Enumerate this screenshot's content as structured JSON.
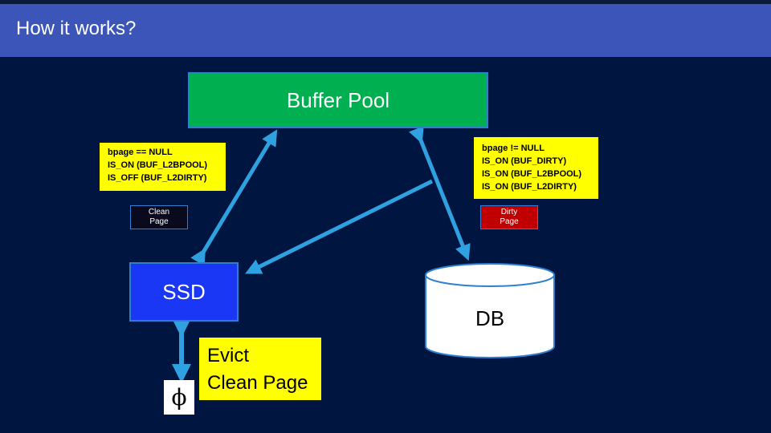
{
  "header": {
    "title": "How it works?"
  },
  "diagram": {
    "buffer_pool": "Buffer Pool",
    "ssd": "SSD",
    "db": "DB",
    "note_left": [
      "bpage == NULL",
      "IS_ON (BUF_L2BPOOL)",
      "IS_OFF (BUF_L2DIRTY)"
    ],
    "note_right": [
      "bpage != NULL",
      "IS_ON (BUF_DIRTY)",
      "IS_ON (BUF_L2BPOOL)",
      "IS_ON (BUF_L2DIRTY)"
    ],
    "clean_tag": [
      "Clean",
      "Page"
    ],
    "dirty_tag": [
      "Dirty",
      "Page"
    ],
    "evict": [
      "Evict",
      "Clean Page"
    ],
    "phi": "ϕ"
  },
  "colors": {
    "background": "#001540",
    "header": "#3b56b8",
    "buffer_pool": "#00b050",
    "ssd": "#1a37f5",
    "note": "#ffff00",
    "dirty_tag": "#c00000",
    "arrow": "#2fa0e0"
  }
}
